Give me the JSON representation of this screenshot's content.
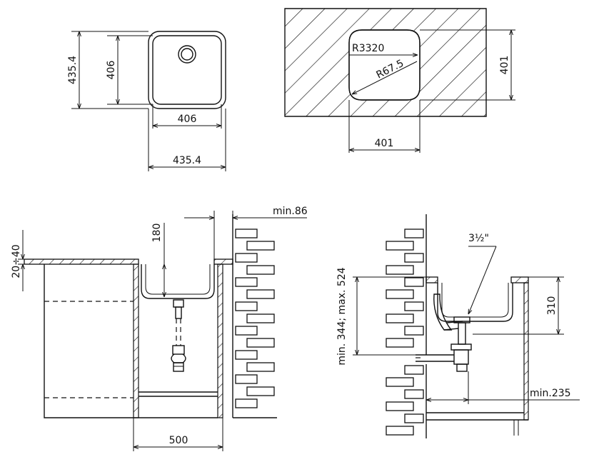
{
  "top_left": {
    "dim_outer_height": "435.4",
    "dim_inner_height": "406",
    "dim_inner_width": "406",
    "dim_outer_width": "435.4"
  },
  "top_right": {
    "radius_large": "R3320",
    "radius_small": "R67.5",
    "cutout_height": "401",
    "cutout_width": "401"
  },
  "bottom_left": {
    "dim_wall_min": "min.86",
    "dim_top_clearance": "180",
    "dim_counter_thickness": "20÷40",
    "dim_cabinet_width": "500"
  },
  "bottom_right": {
    "drain_size": "3½\"",
    "dim_drain_depth": "min. 344; max. 524",
    "dim_bowl_depth": "310",
    "dim_drain_offset": "min.235"
  }
}
